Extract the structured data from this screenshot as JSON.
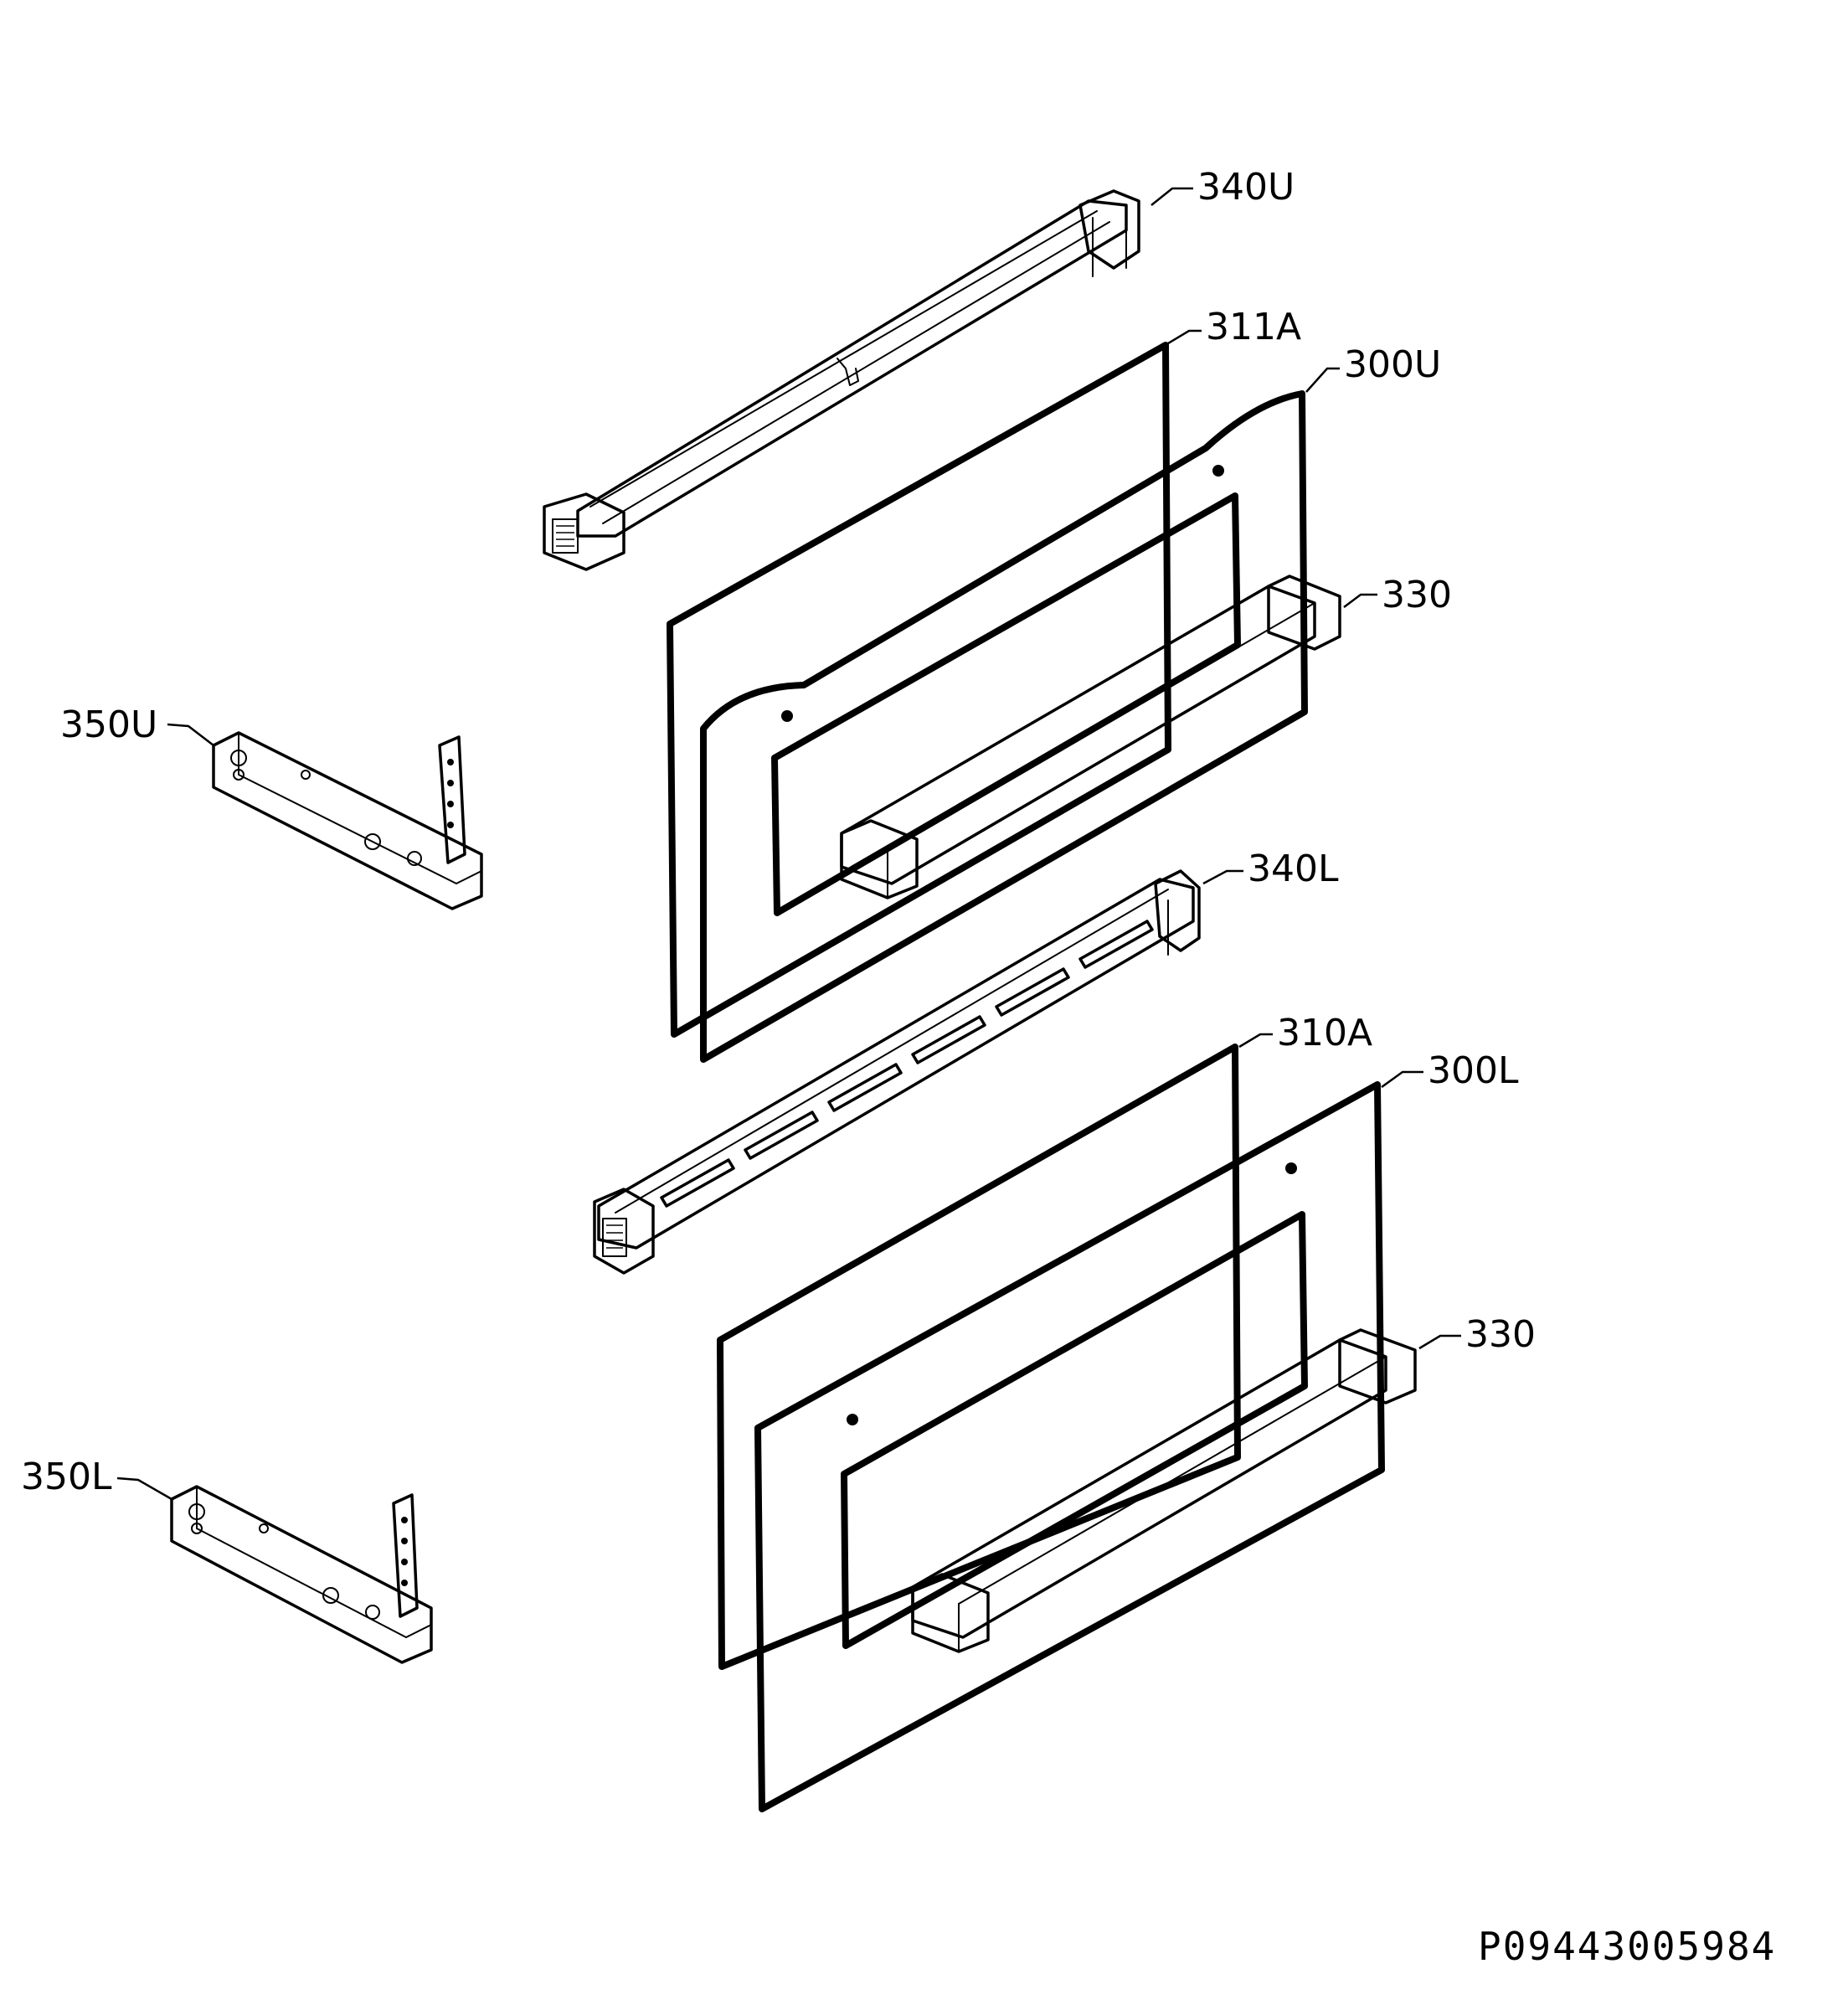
{
  "callouts": {
    "c340U": "340U",
    "c311A": "311A",
    "c300U": "300U",
    "c330_upper": "330",
    "c350U": "350U",
    "c340L": "340L",
    "c310A": "310A",
    "c300L": "300L",
    "c330_lower": "330",
    "c350L": "350L"
  },
  "document_id": "P09443005984"
}
